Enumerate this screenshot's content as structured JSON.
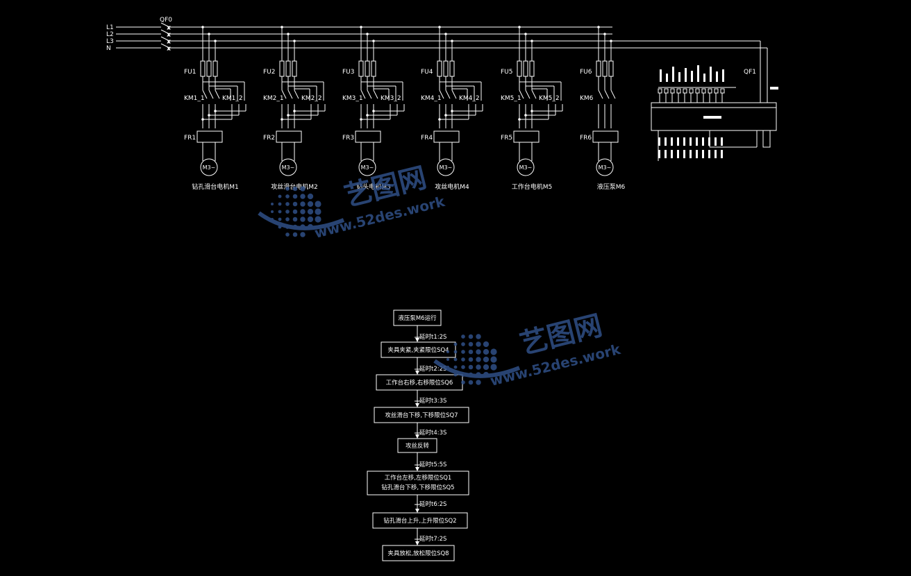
{
  "bus_labels": [
    "L1",
    "L2",
    "L3",
    "N"
  ],
  "main_breaker": "QF0",
  "plc_breaker": "QF1",
  "motor_branches": [
    {
      "fuse": "FU1",
      "contactors": [
        "KM1_1",
        "KM1_2"
      ],
      "relay": "FR1",
      "motor": "M3~",
      "name": "钻孔滑台电机M1"
    },
    {
      "fuse": "FU2",
      "contactors": [
        "KM2_1",
        "KM2_2"
      ],
      "relay": "FR2",
      "motor": "M3~",
      "name": "攻丝滑台电机M2"
    },
    {
      "fuse": "FU3",
      "contactors": [
        "KM3_1",
        "KM3_2"
      ],
      "relay": "FR3",
      "motor": "M3~",
      "name": "钻头电机M3"
    },
    {
      "fuse": "FU4",
      "contactors": [
        "KM4_1",
        "KM4_2"
      ],
      "relay": "FR4",
      "motor": "M3~",
      "name": "攻丝电机M4"
    },
    {
      "fuse": "FU5",
      "contactors": [
        "KM5_1",
        "KM5_2"
      ],
      "relay": "FR5",
      "motor": "M3~",
      "name": "工作台电机M5"
    },
    {
      "fuse": "FU6",
      "contactors": [
        "KM6"
      ],
      "relay": "FR6",
      "motor": "M3~",
      "name": "液压泵M6"
    }
  ],
  "flow_steps": [
    {
      "lines": [
        "液压泵M6运行"
      ]
    },
    {
      "lines": [
        "夹具夹紧,夹紧限位SQ4"
      ]
    },
    {
      "lines": [
        "工作台右移,右移限位SQ6"
      ]
    },
    {
      "lines": [
        "攻丝滑台下移,下移限位SQ7"
      ]
    },
    {
      "lines": [
        "攻丝反转"
      ]
    },
    {
      "lines": [
        "工作台左移,左移限位SQ1",
        "钻孔滑台下移,下移限位SQ5"
      ]
    },
    {
      "lines": [
        "钻孔滑台上升,上升限位SQ2"
      ]
    },
    {
      "lines": [
        "夹具放松,放松限位SQ8"
      ]
    }
  ],
  "flow_delays": [
    "延时t1:2S",
    "延时t2:2S",
    "延时t3:3S",
    "延时t4:3S",
    "延时t5:5S",
    "延时t6:2S",
    "延时t7:2S"
  ],
  "watermark": {
    "brand": "艺图网",
    "url": "www.52des.work"
  },
  "colors": {
    "background": "#000000",
    "line": "#ffffff",
    "watermark": "#2f4f86"
  }
}
